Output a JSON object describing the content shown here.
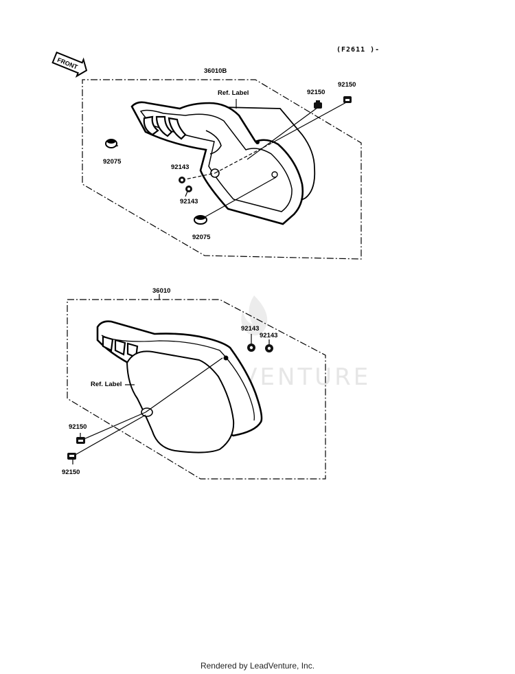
{
  "diagram_code": "(F2611 )-",
  "front_label": "FRONT",
  "watermark": "LEADVENTURE",
  "assembly_upper": {
    "part": "36010B",
    "ref_label": "Ref. Label",
    "parts": [
      "92150",
      "92150",
      "92075",
      "92143",
      "92143",
      "92075"
    ]
  },
  "assembly_lower": {
    "part": "36010",
    "ref_label": "Ref. Label",
    "parts": [
      "92143",
      "92143",
      "92150",
      "92150"
    ]
  },
  "footer": "Rendered by LeadVenture, Inc."
}
